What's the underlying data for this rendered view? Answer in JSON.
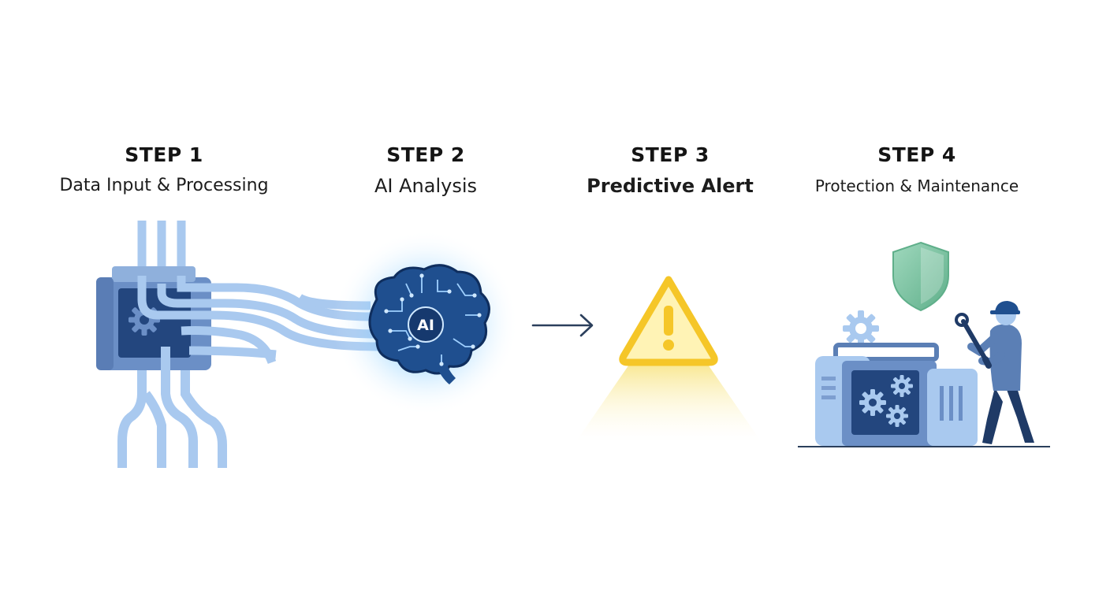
{
  "steps": [
    {
      "number": "STEP 1",
      "title": "Data Input & Processing",
      "icon": "data-processor-icon"
    },
    {
      "number": "STEP 2",
      "title": "AI Analysis",
      "icon": "ai-brain-icon",
      "badge": "AI"
    },
    {
      "number": "STEP 3",
      "title": "Predictive Alert",
      "icon": "warning-triangle-icon"
    },
    {
      "number": "STEP 4",
      "title": "Protection & Maintenance",
      "icon": "technician-maintenance-icon"
    }
  ],
  "colors": {
    "dark_blue": "#1f4f8f",
    "mid_blue": "#5b7fb5",
    "light_blue": "#a9c9ef",
    "glow_blue": "#4fb6ff",
    "alert_yellow": "#f5c628",
    "shield_green": "#7cc6a4"
  }
}
